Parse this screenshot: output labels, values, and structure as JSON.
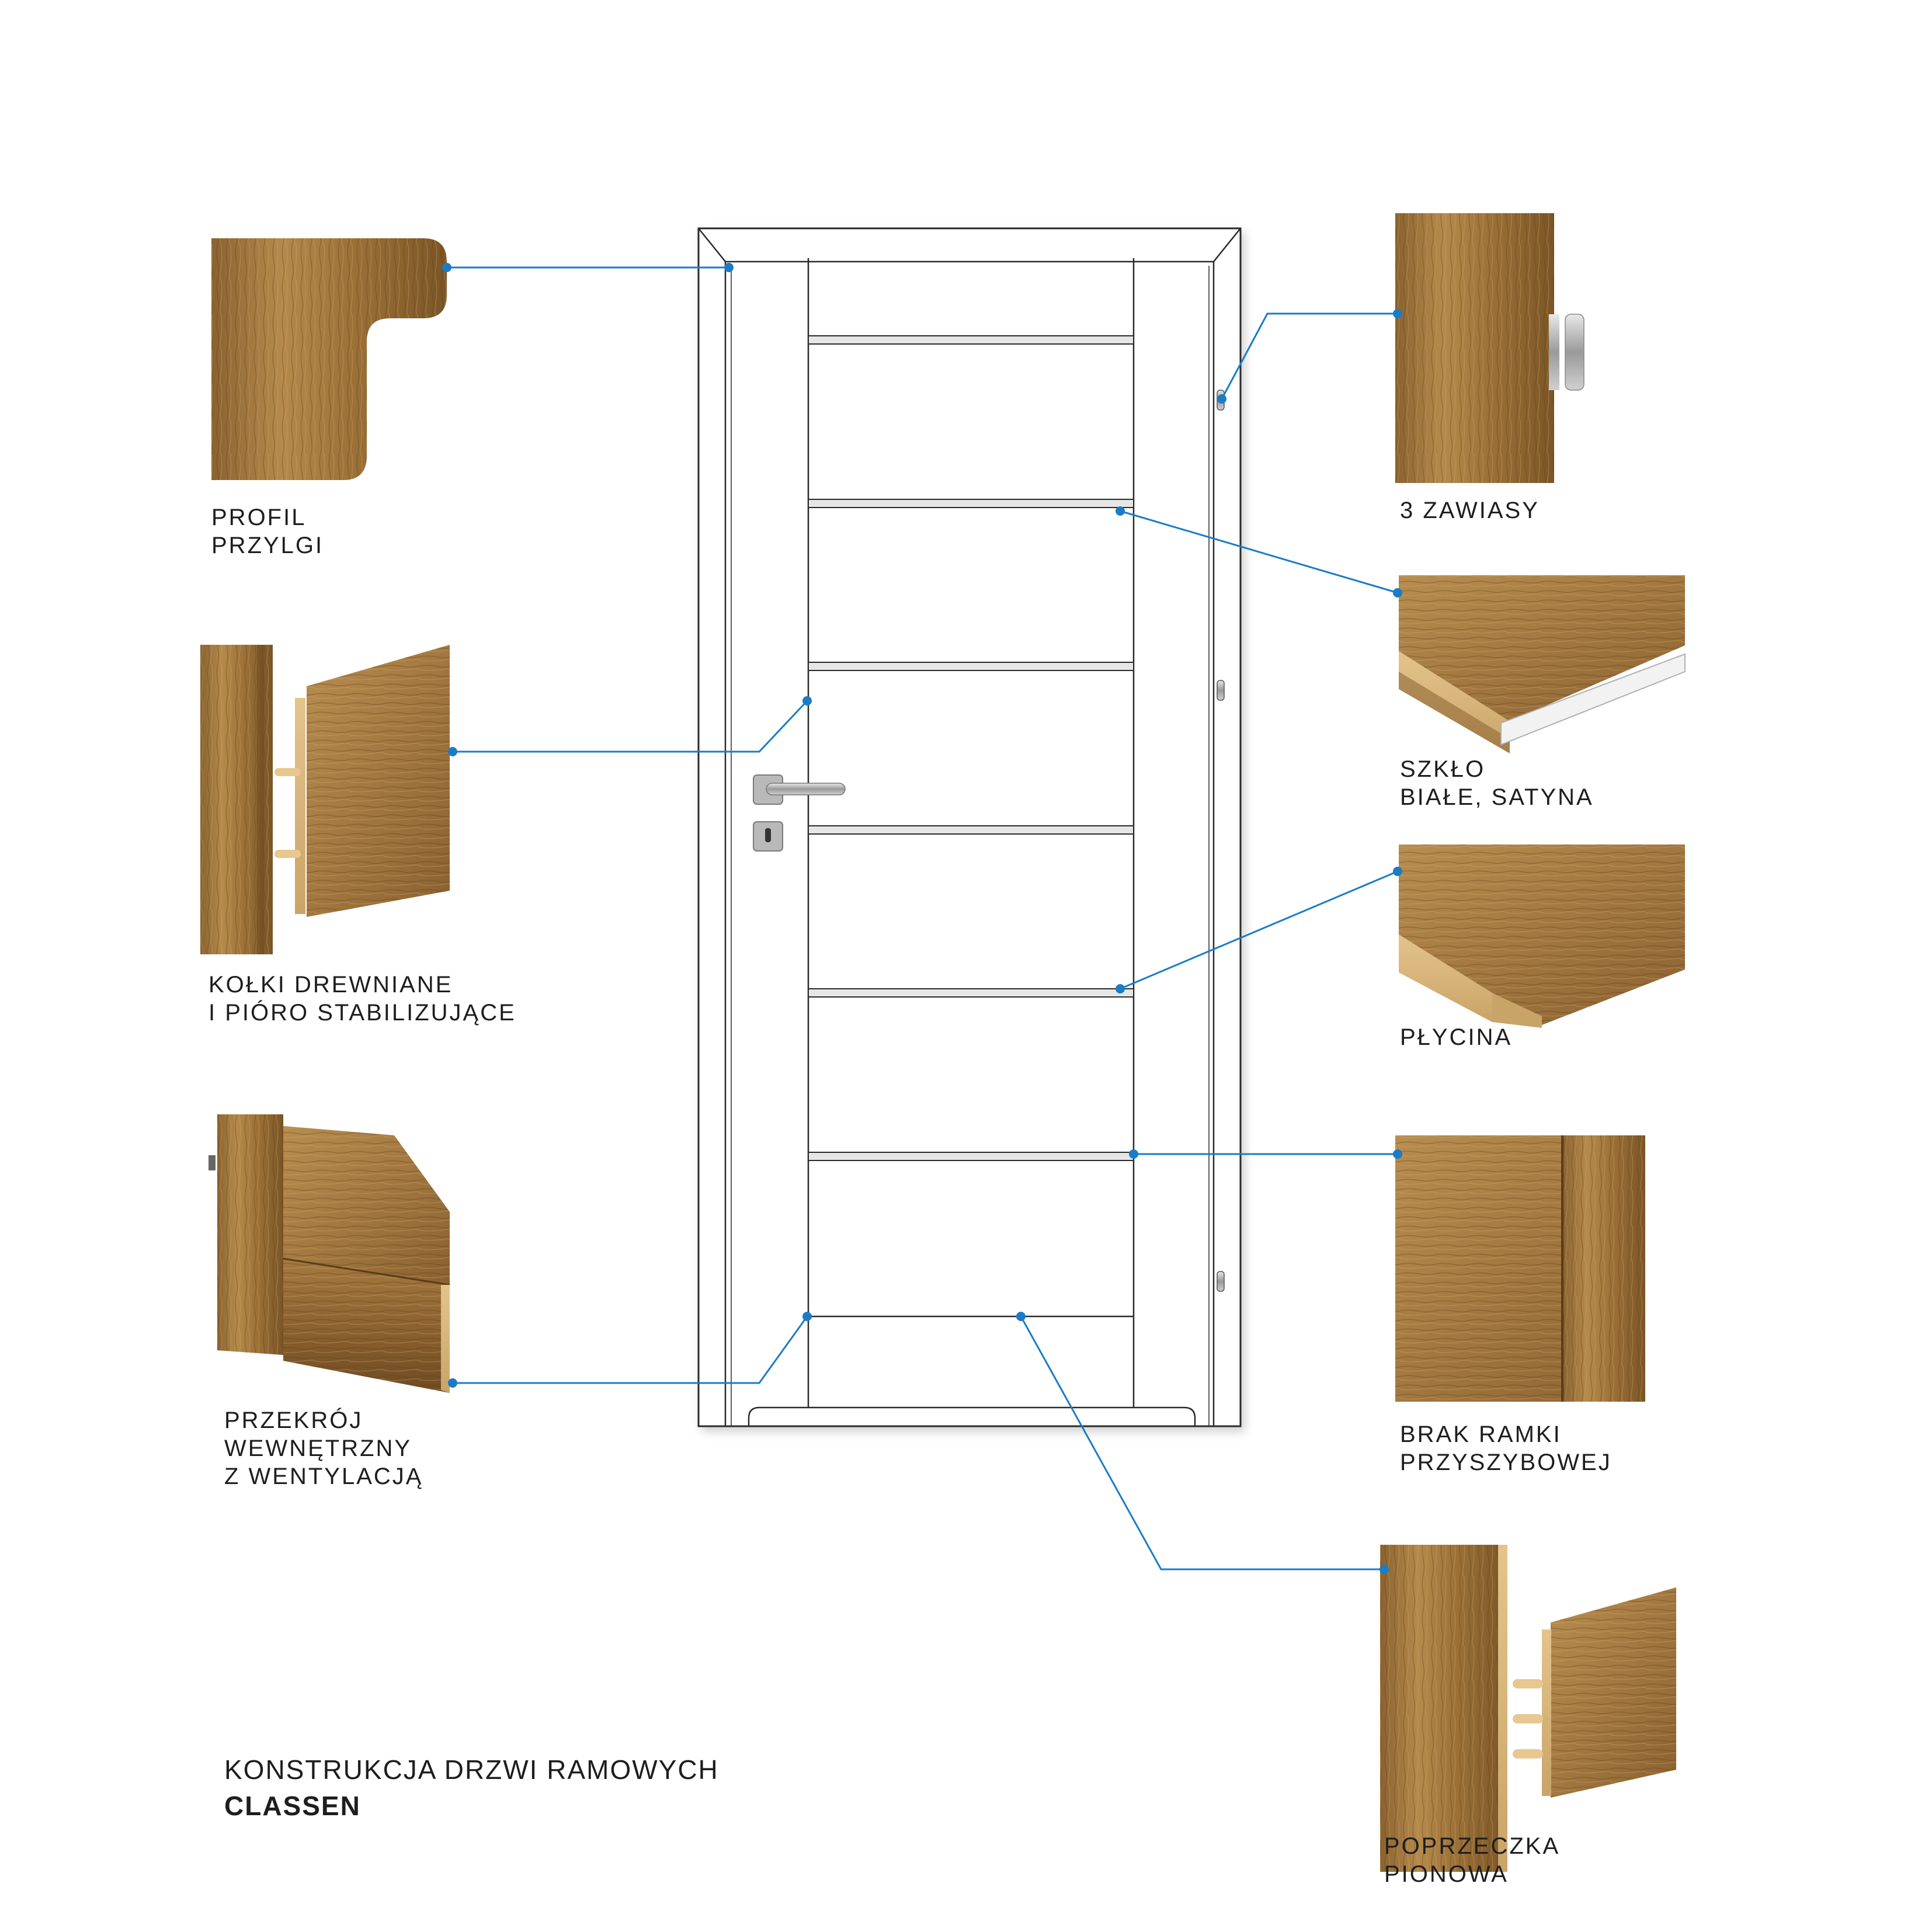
{
  "labels": {
    "profil": "PROFIL\nPRZYLGI",
    "kolki": "KOŁKI DREWNIANE\nI PIÓRO STABILIZUJĄCE",
    "przekroj": "PRZEKRÓJ\nWEWNĘTRZNY\nZ WENTYLACJĄ",
    "zawiasy": "3 ZAWIASY",
    "szklo": "SZKŁO\nBIAŁE, SATYNA",
    "plycina": "PŁYCINA",
    "brak_ramki": "BRAK RAMKI\nPRZYSZYBOWEJ",
    "poprzeczka": "POPRZECZKA\nPIONOWA"
  },
  "title": "KONSTRUKCJA DRZWI RAMOWYCH",
  "brand": "CLASSEN",
  "colors": {
    "callout": "#1a7cc6",
    "wood_light": "#c49a5a",
    "wood_mid": "#9a7038",
    "wood_dark": "#6b4a22",
    "door": "#ffffff",
    "outline": "#2a2a2a"
  }
}
